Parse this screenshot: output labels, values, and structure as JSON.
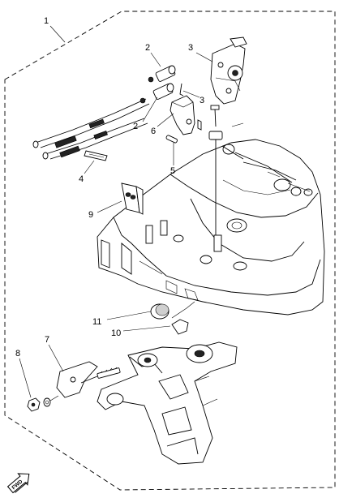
{
  "diagram": {
    "callouts": [
      {
        "id": "c1",
        "text": "1"
      },
      {
        "id": "c2a",
        "text": "2"
      },
      {
        "id": "c2b",
        "text": "2"
      },
      {
        "id": "c3a",
        "text": "3"
      },
      {
        "id": "c3b",
        "text": "3"
      },
      {
        "id": "c4",
        "text": "4"
      },
      {
        "id": "c5",
        "text": "5"
      },
      {
        "id": "c6",
        "text": "6"
      },
      {
        "id": "c7",
        "text": "7"
      },
      {
        "id": "c8",
        "text": "8"
      },
      {
        "id": "c9",
        "text": "9"
      },
      {
        "id": "c10",
        "text": "10"
      },
      {
        "id": "c11",
        "text": "11"
      }
    ],
    "fwd_badge": "FWD"
  }
}
